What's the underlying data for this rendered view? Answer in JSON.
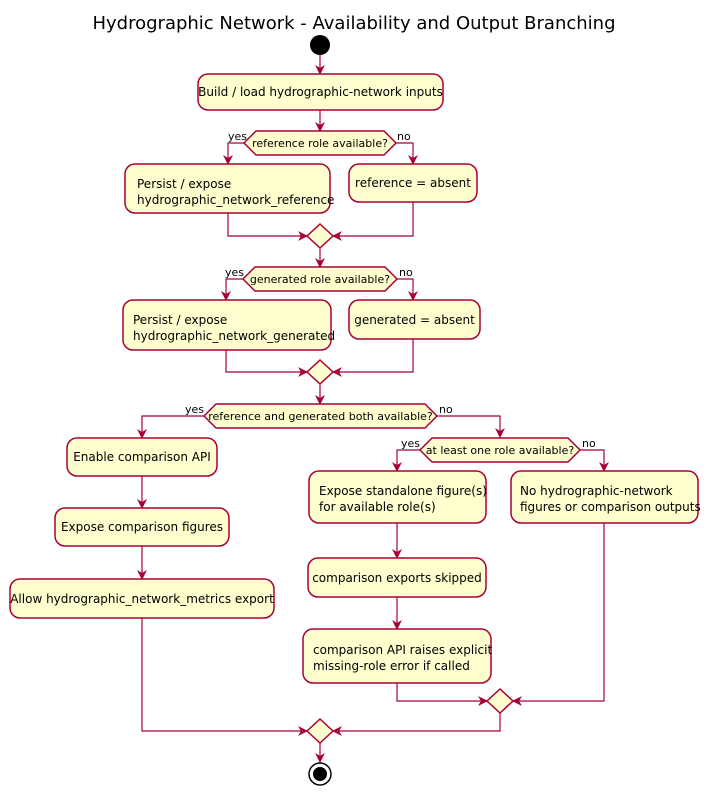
{
  "title": "Hydrographic Network - Availability and Output Branching",
  "activities": {
    "build": "Build / load hydrographic-network inputs",
    "persist_reference": [
      "Persist / expose",
      "hydrographic_network_reference"
    ],
    "reference_absent": "reference = absent",
    "persist_generated": [
      "Persist / expose",
      "hydrographic_network_generated"
    ],
    "generated_absent": "generated = absent",
    "enable_api": "Enable comparison API",
    "expose_figures": "Expose comparison figures",
    "allow_export": "Allow hydrographic_network_metrics export",
    "expose_standalone": [
      "Expose standalone figure(s)",
      "for available role(s)"
    ],
    "exports_skipped": "comparison exports skipped",
    "api_raises": [
      "comparison API raises explicit",
      "missing-role error if called"
    ],
    "no_outputs": [
      "No hydrographic-network",
      "figures or comparison outputs"
    ]
  },
  "conditions": {
    "reference": "reference role available?",
    "generated": "generated role available?",
    "both": "reference and generated both available?",
    "at_least_one": "at least one role available?"
  },
  "labels": {
    "yes": "yes",
    "no": "no"
  },
  "colors": {
    "box_fill": "#FEFECE",
    "stroke": "#A80036",
    "start_end": "#000000"
  }
}
